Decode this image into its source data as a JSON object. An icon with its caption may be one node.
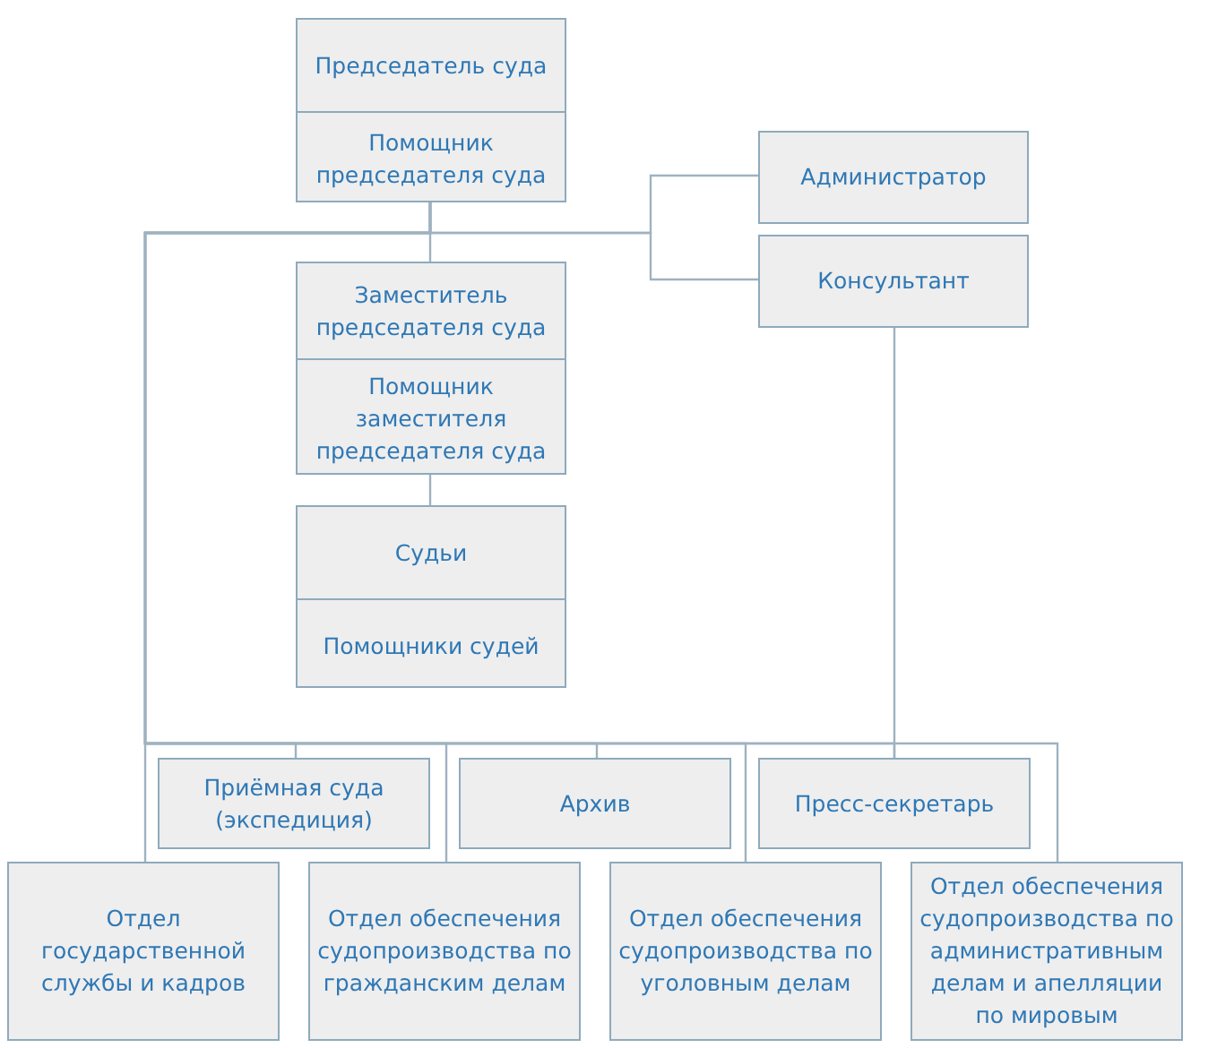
{
  "diagram": {
    "nodes": [
      {
        "text": [
          "Председатель суда",
          "Помощник председателя суда"
        ]
      },
      {
        "text": [
          "Администратор"
        ]
      },
      {
        "text": [
          "Консультант"
        ]
      },
      {
        "text": [
          "Заместитель председателя суда",
          "Помощник заместителя председателя суда"
        ]
      },
      {
        "text": [
          "Судьи",
          "Помощники судей"
        ]
      },
      {
        "text": [
          "Приёмная суда (экспедиция)"
        ]
      },
      {
        "text": [
          "Архив"
        ]
      },
      {
        "text": [
          "Пресс-секретарь"
        ]
      },
      {
        "text": [
          "Отдел государственной службы и кадров"
        ]
      },
      {
        "text": [
          "Отдел обеспечения судопроизводства по гражданским делам"
        ]
      },
      {
        "text": [
          "Отдел обеспечения судопроизводства по уголовным делам"
        ]
      },
      {
        "text": [
          "Отдел обеспечения судопроизводства по административным делам и апелляции по мировым"
        ]
      }
    ],
    "edges": [
      {
        "from": 0,
        "to": 1,
        "arrow": "none"
      },
      {
        "from": 0,
        "to": 2,
        "arrow": "none"
      },
      {
        "from": 0,
        "to": 3,
        "arrow": "none"
      },
      {
        "from": 3,
        "to": 4,
        "arrow": "none"
      },
      {
        "from": 0,
        "to": 8,
        "arrow": "none"
      },
      {
        "from": 0,
        "to": 5,
        "arrow": "none"
      },
      {
        "from": 0,
        "to": 9,
        "arrow": "none"
      },
      {
        "from": 0,
        "to": 6,
        "arrow": "none"
      },
      {
        "from": 0,
        "to": 10,
        "arrow": "none"
      },
      {
        "from": 0,
        "to": 7,
        "arrow": "none"
      },
      {
        "from": 0,
        "to": 11,
        "arrow": "none"
      },
      {
        "from": 2,
        "to": 7,
        "arrow": "none"
      }
    ]
  }
}
